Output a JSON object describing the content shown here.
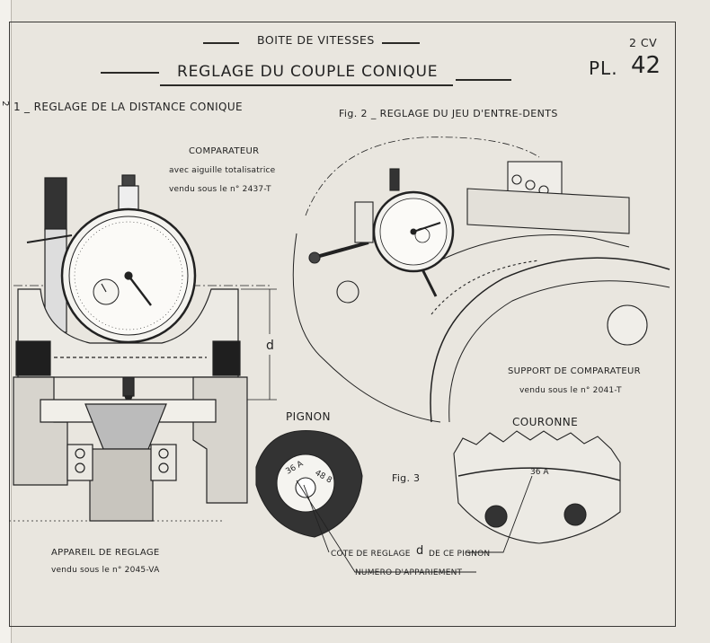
{
  "header": {
    "category": "BOITE DE VITESSES",
    "model": "2 CV",
    "title": "REGLAGE DU COUPLE CONIQUE",
    "plate_prefix": "PL.",
    "plate_number": "42"
  },
  "figure1": {
    "margin_fragment": "2",
    "heading_number": "1",
    "heading": "_ REGLAGE DE LA DISTANCE CONIQUE",
    "comparator_title": "COMPARATEUR",
    "comparator_desc": "avec aiguille totalisatrice",
    "comparator_ref": "vendu sous le n° 2437-T",
    "dimension_label": "d",
    "device_title": "APPAREIL DE REGLAGE",
    "device_ref": "vendu sous le n° 2045-VA"
  },
  "figure2": {
    "heading": "Fig. 2 _ REGLAGE DU JEU D'ENTRE-DENTS",
    "support_title": "SUPPORT DE COMPARATEUR",
    "support_ref": "vendu sous le n° 2041-T"
  },
  "figure3": {
    "caption": "Fig. 3",
    "pinion_label": "PIGNON",
    "crown_label": "COURONNE",
    "pinion_marks": [
      "36 A",
      "48 8"
    ],
    "crown_mark": "36 A",
    "callout_setting": "COTE DE REGLAGE",
    "callout_setting_symbol": "d",
    "callout_setting_suffix": "DE CE PIGNON",
    "callout_pairing": "NUMERO D'APPARIEMENT"
  }
}
